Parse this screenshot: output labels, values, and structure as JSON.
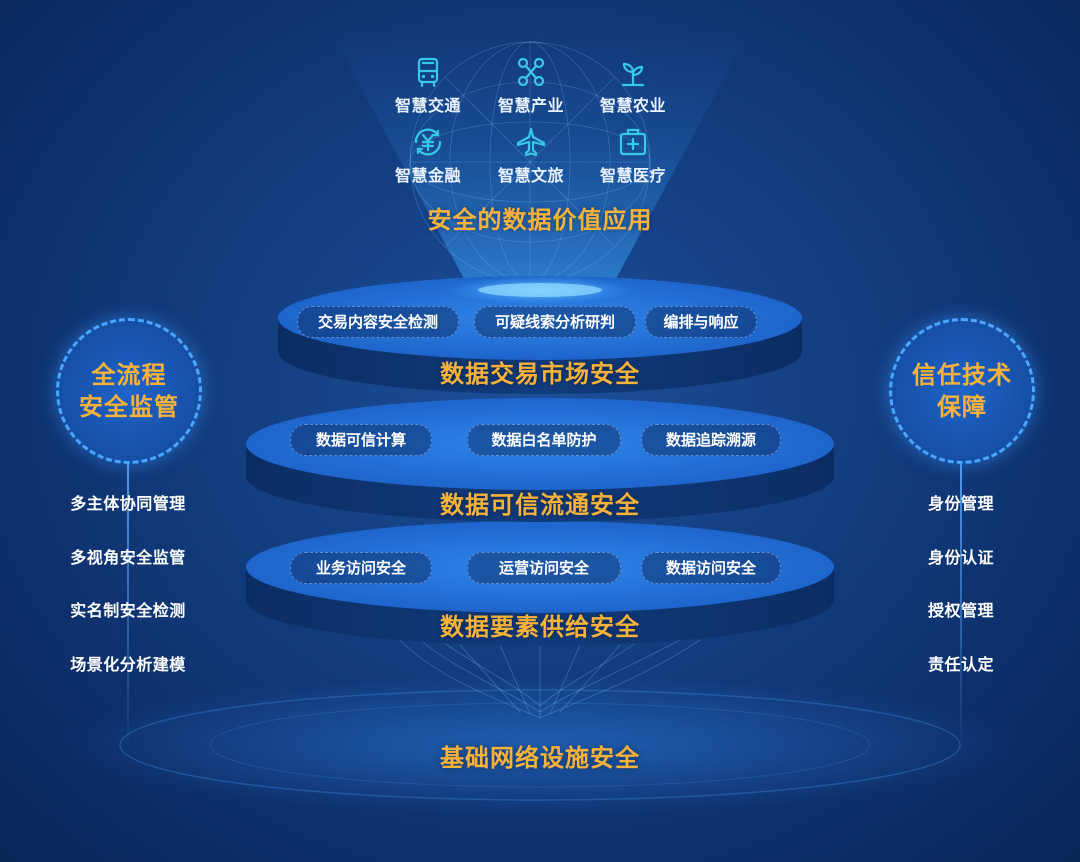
{
  "apps": {
    "items": [
      {
        "label": "智慧交通",
        "icon": "bus-icon"
      },
      {
        "label": "智慧产业",
        "icon": "network-icon"
      },
      {
        "label": "智慧农业",
        "icon": "sprout-icon"
      },
      {
        "label": "智慧金融",
        "icon": "yuan-icon"
      },
      {
        "label": "智慧文旅",
        "icon": "plane-icon"
      },
      {
        "label": "智慧医疗",
        "icon": "medical-icon"
      }
    ],
    "title": "安全的数据价值应用"
  },
  "layers": [
    {
      "title": "数据交易市场安全",
      "pills": [
        "交易内容安全检测",
        "可疑线索分析研判",
        "编排与响应"
      ]
    },
    {
      "title": "数据可信流通安全",
      "pills": [
        "数据可信计算",
        "数据白名单防护",
        "数据追踪溯源"
      ]
    },
    {
      "title": "数据要素供给安全",
      "pills": [
        "业务访问安全",
        "运营访问安全",
        "数据访问安全"
      ]
    }
  ],
  "base": {
    "title": "基础网络设施安全"
  },
  "left": {
    "title_line1": "全流程",
    "title_line2": "安全监管",
    "items": [
      "多主体协同管理",
      "多视角安全监管",
      "实名制安全检测",
      "场景化分析建模"
    ]
  },
  "right": {
    "title_line1": "信任技术",
    "title_line2": "保障",
    "items": [
      "身份管理",
      "身份认证",
      "授权管理",
      "责任认定"
    ]
  },
  "colors": {
    "accent": "#f6b23a",
    "icon": "#38c9e8",
    "disk_top": "#1e6fd6",
    "background": "#133e80"
  }
}
